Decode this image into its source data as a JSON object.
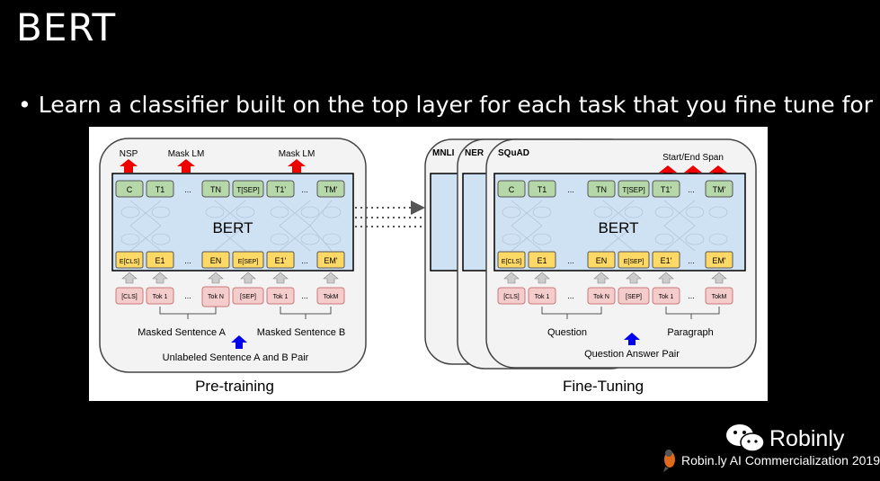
{
  "slide": {
    "title": "BERT",
    "bullet": "Learn a classifier built on the top layer for each task that you fine tune for"
  },
  "pretraining": {
    "caption": "Pre-training",
    "heads": [
      "NSP",
      "Mask LM",
      "Mask LM"
    ],
    "model_label": "BERT",
    "outputs": [
      "C",
      "T1",
      "...",
      "TN",
      "T[SEP]",
      "T1'",
      "...",
      "TM'"
    ],
    "embeddings": [
      "E[CLS]",
      "E1",
      "...",
      "EN",
      "E[SEP]",
      "E1'",
      "...",
      "EM'"
    ],
    "tokens": [
      "[CLS]",
      "Tok 1",
      "...",
      "Tok N",
      "[SEP]",
      "Tok 1",
      "...",
      "TokM"
    ],
    "sentence_a": "Masked Sentence A",
    "sentence_b": "Masked Sentence B",
    "input_label": "Unlabeled Sentence A and B Pair"
  },
  "finetuning": {
    "caption": "Fine-Tuning",
    "tasks": [
      "MNLI",
      "NER",
      "SQuAD"
    ],
    "head": "Start/End Span",
    "model_label": "BERT",
    "outputs": [
      "C",
      "T1",
      "...",
      "TN",
      "T[SEP]",
      "T1'",
      "...",
      "TM'"
    ],
    "embeddings": [
      "E[CLS]",
      "E1",
      "...",
      "EN",
      "E[SEP]",
      "E1'",
      "...",
      "EM'"
    ],
    "tokens": [
      "[CLS]",
      "Tok 1",
      "...",
      "Tok N",
      "[SEP]",
      "Tok 1",
      "...",
      "TokM"
    ],
    "sentence_a": "Question",
    "sentence_b": "Paragraph",
    "input_label": "Question Answer Pair"
  },
  "watermark": {
    "brand": "Robinly",
    "line": "Robin.ly AI Commercialization 2019"
  },
  "colors": {
    "background": "#000000",
    "model_fill": "#cfe2f3",
    "output_fill": "#b6d7a8",
    "embedding_fill": "#ffd966",
    "token_fill": "#f4cccc",
    "head_arrow": "#ff0000",
    "input_arrow": "#0000ff"
  }
}
